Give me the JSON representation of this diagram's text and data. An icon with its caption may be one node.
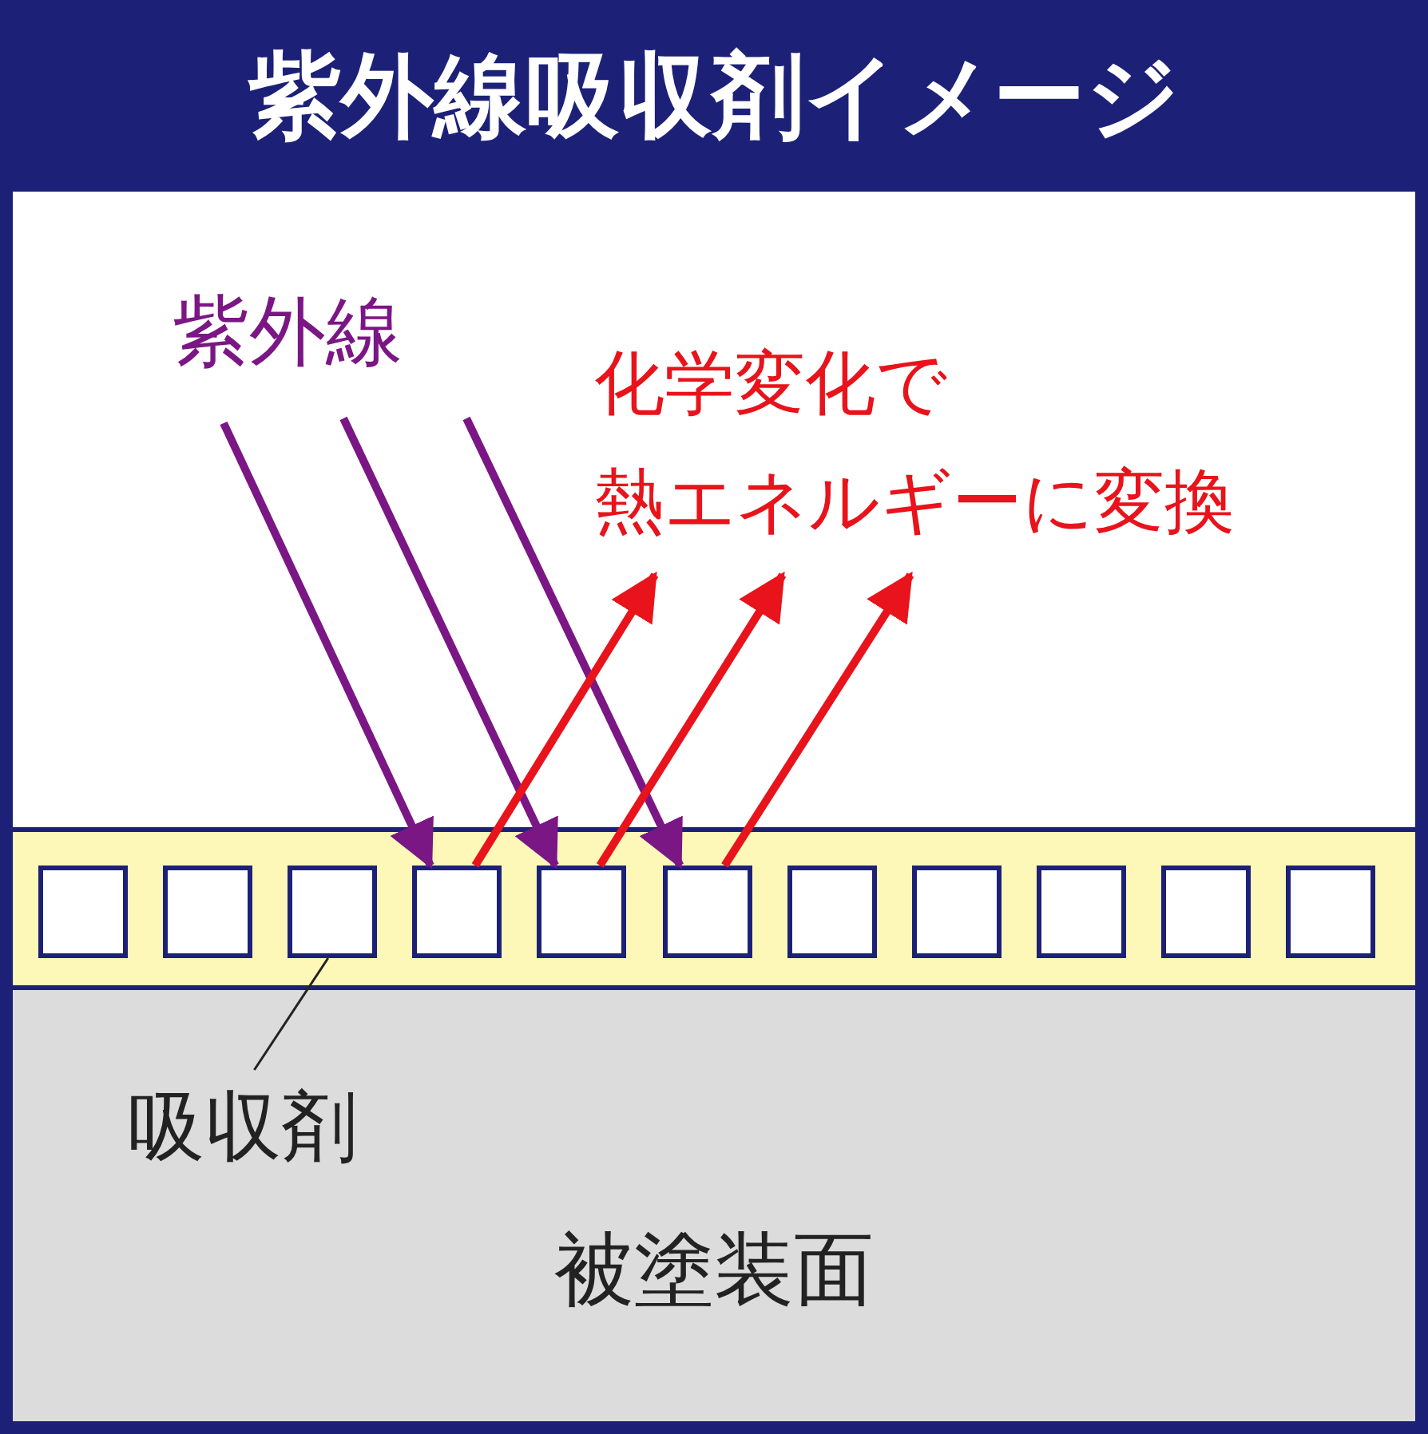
{
  "diagram": {
    "title": "紫外線吸収剤イメージ",
    "nodes": [
      {
        "text": [],
        "shape": "bar"
      },
      {
        "text": [],
        "shape": "box",
        "in": 0
      },
      {
        "text": [],
        "shape": "box",
        "in": 0
      },
      {
        "text": [],
        "shape": "box",
        "in": 0
      },
      {
        "text": [],
        "shape": "box",
        "in": 0
      },
      {
        "text": [],
        "shape": "box",
        "in": 0
      },
      {
        "text": [],
        "shape": "box",
        "in": 0
      },
      {
        "text": [],
        "shape": "box",
        "in": 0
      },
      {
        "text": [],
        "shape": "box",
        "in": 0
      },
      {
        "text": [],
        "shape": "box",
        "in": 0
      },
      {
        "text": [],
        "shape": "box",
        "in": 0
      },
      {
        "text": [],
        "shape": "box",
        "in": 0
      },
      {
        "text": [
          "被塗装面"
        ]
      },
      {
        "text": [
          "吸収剤"
        ],
        "in": 12
      }
    ],
    "edges": [
      {
        "from": null,
        "to": 4,
        "arrow": "to",
        "color": "#7b1685"
      },
      {
        "from": null,
        "to": 5,
        "arrow": "to",
        "color": "#7b1685"
      },
      {
        "from": null,
        "to": 6,
        "arrow": "to",
        "color": "#7b1685"
      },
      {
        "from": 4,
        "to": null,
        "arrow": "to",
        "color": "#e8131b"
      },
      {
        "from": 5,
        "to": null,
        "arrow": "to",
        "color": "#e8131b"
      },
      {
        "from": 6,
        "to": null,
        "arrow": "to",
        "color": "#e8131b"
      },
      {
        "from": 13,
        "to": 3,
        "arrow": "none",
        "color": "#222222"
      }
    ],
    "labels": [
      "紫外線",
      "化学変化で",
      "熱エネルギーに変換"
    ]
  }
}
